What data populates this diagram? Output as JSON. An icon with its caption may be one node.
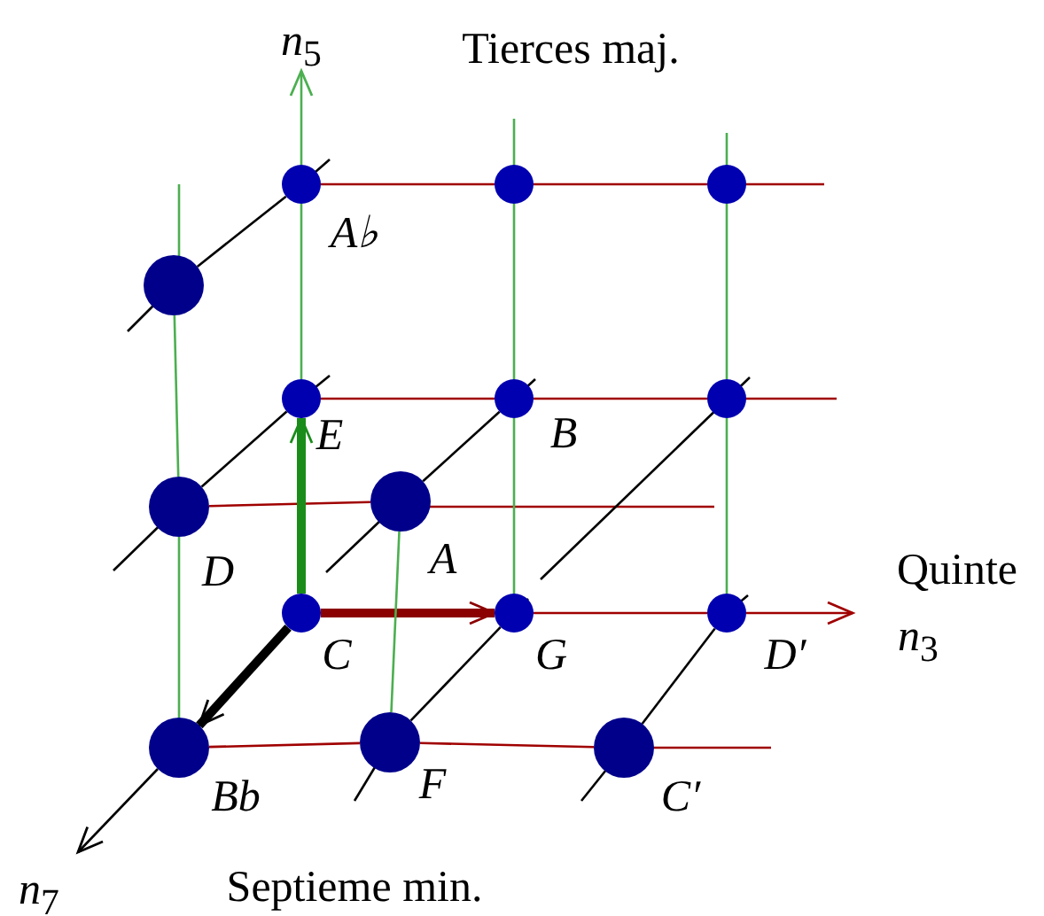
{
  "diagram": {
    "nodes": [
      {
        "text": [],
        "shape": "circle",
        "beside": [
          "A♭"
        ]
      },
      {
        "text": [],
        "shape": "circle"
      },
      {
        "text": [],
        "shape": "circle"
      },
      {
        "text": [],
        "shape": "circle"
      },
      {
        "text": [],
        "shape": "circle",
        "beside": [
          "E"
        ]
      },
      {
        "text": [],
        "shape": "circle",
        "beside": [
          "B"
        ]
      },
      {
        "text": [],
        "shape": "circle"
      },
      {
        "text": [],
        "shape": "circle",
        "beside": [
          "D"
        ]
      },
      {
        "text": [],
        "shape": "circle",
        "beside": [
          "A"
        ]
      },
      {
        "text": [],
        "shape": "circle",
        "beside": [
          "C"
        ]
      },
      {
        "text": [],
        "shape": "circle",
        "beside": [
          "G"
        ]
      },
      {
        "text": [],
        "shape": "circle",
        "beside": [
          "D′"
        ]
      },
      {
        "text": [],
        "shape": "circle",
        "beside": [
          "Bb"
        ]
      },
      {
        "text": [],
        "shape": "circle",
        "beside": [
          "F"
        ]
      },
      {
        "text": [],
        "shape": "circle",
        "beside": [
          "C′"
        ]
      }
    ],
    "edges": [
      {
        "from": 0,
        "to": 1,
        "arrow": "none",
        "color": "#a00000"
      },
      {
        "from": 1,
        "to": 2,
        "arrow": "none",
        "color": "#a00000"
      },
      {
        "from": 4,
        "to": 5,
        "arrow": "none",
        "color": "#a00000"
      },
      {
        "from": 5,
        "to": 6,
        "arrow": "none",
        "color": "#a00000"
      },
      {
        "from": 7,
        "to": 8,
        "arrow": "none",
        "color": "#a00000"
      },
      {
        "from": 9,
        "to": 10,
        "arrow": "to",
        "style": "thick",
        "color": "#8b0000"
      },
      {
        "from": 10,
        "to": 11,
        "arrow": "none",
        "color": "#a00000"
      },
      {
        "from": 12,
        "to": 13,
        "arrow": "none",
        "color": "#a00000"
      },
      {
        "from": 13,
        "to": 14,
        "arrow": "none",
        "color": "#a00000"
      },
      {
        "from": 4,
        "to": 0,
        "arrow": "none",
        "color": "#4caf50"
      },
      {
        "from": 9,
        "to": 4,
        "arrow": "to",
        "style": "thick",
        "color": "#1a8c1a"
      },
      {
        "from": 5,
        "to": 1,
        "arrow": "none",
        "color": "#4caf50"
      },
      {
        "from": 10,
        "to": 5,
        "arrow": "none",
        "color": "#4caf50"
      },
      {
        "from": 6,
        "to": 2,
        "arrow": "none",
        "color": "#4caf50"
      },
      {
        "from": 11,
        "to": 6,
        "arrow": "none",
        "color": "#4caf50"
      },
      {
        "from": 7,
        "to": 3,
        "arrow": "none",
        "color": "#4caf50"
      },
      {
        "from": 12,
        "to": 7,
        "arrow": "none",
        "color": "#4caf50"
      },
      {
        "from": 13,
        "to": 8,
        "arrow": "none",
        "color": "#4caf50"
      },
      {
        "from": 0,
        "to": 3,
        "arrow": "none",
        "color": "#000000"
      },
      {
        "from": 4,
        "to": 7,
        "arrow": "none",
        "color": "#000000"
      },
      {
        "from": 5,
        "to": 8,
        "arrow": "none",
        "color": "#000000"
      },
      {
        "from": 9,
        "to": 12,
        "arrow": "to",
        "style": "thick",
        "color": "#000000"
      },
      {
        "from": 10,
        "to": 13,
        "arrow": "none",
        "color": "#000000"
      },
      {
        "from": 11,
        "to": 14,
        "arrow": "none",
        "color": "#000000"
      }
    ],
    "labels": [
      "*n*$_{5}$",
      "Tierces maj.",
      "Quinte",
      "*n*$_{3}$",
      "*n*$_{7}$",
      "Septieme min."
    ]
  }
}
